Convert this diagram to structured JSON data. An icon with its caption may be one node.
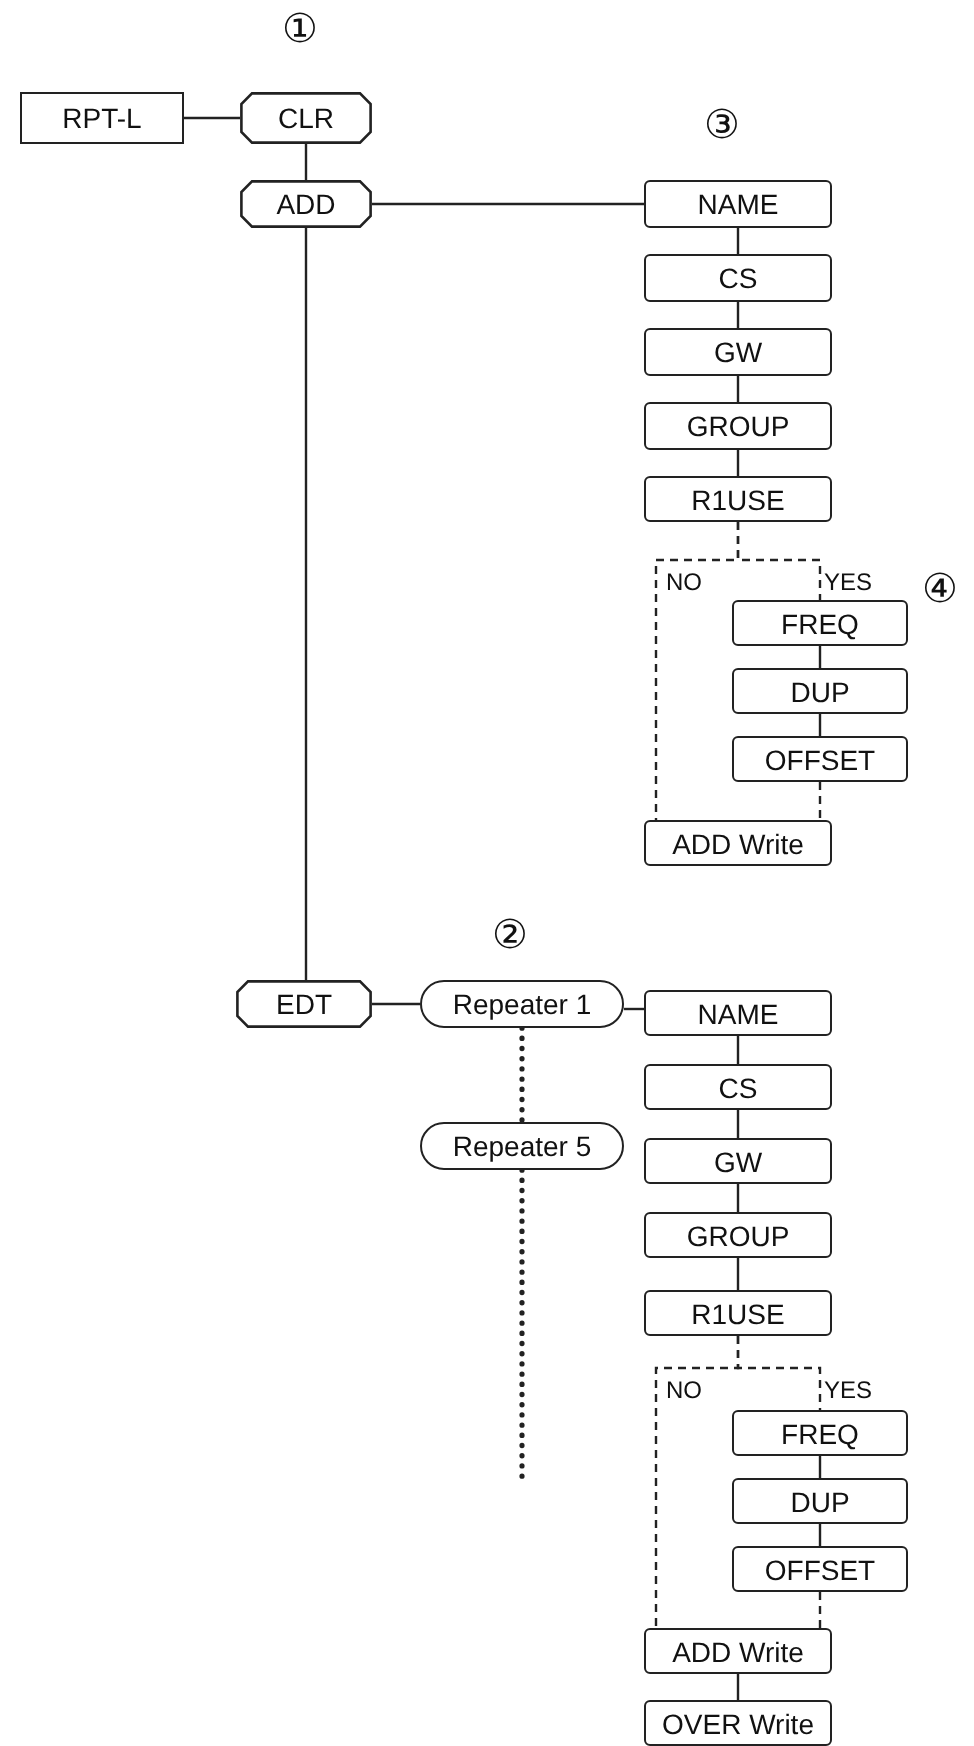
{
  "diagram": {
    "nodes": [
      {
        "text": [
          "RPT-L"
        ]
      },
      {
        "text": [
          "CLR"
        ]
      },
      {
        "text": [
          "ADD"
        ]
      },
      {
        "text": [
          "NAME"
        ]
      },
      {
        "text": [
          "CS"
        ]
      },
      {
        "text": [
          "GW"
        ]
      },
      {
        "text": [
          "GROUP"
        ]
      },
      {
        "text": [
          "R1USE"
        ]
      },
      {
        "text": [
          "FREQ"
        ]
      },
      {
        "text": [
          "DUP"
        ]
      },
      {
        "text": [
          "OFFSET"
        ]
      },
      {
        "text": [
          "ADD Write"
        ]
      },
      {
        "text": [
          "EDT"
        ]
      },
      {
        "text": [
          "Repeater 1"
        ]
      },
      {
        "text": [
          "Repeater 5"
        ]
      },
      {
        "text": [
          "NAME"
        ]
      },
      {
        "text": [
          "CS"
        ]
      },
      {
        "text": [
          "GW"
        ]
      },
      {
        "text": [
          "GROUP"
        ]
      },
      {
        "text": [
          "R1USE"
        ]
      },
      {
        "text": [
          "FREQ"
        ]
      },
      {
        "text": [
          "DUP"
        ]
      },
      {
        "text": [
          "OFFSET"
        ]
      },
      {
        "text": [
          "ADD Write"
        ]
      },
      {
        "text": [
          "OVER Write"
        ]
      }
    ],
    "edges": [
      {
        "from": 0,
        "to": 1,
        "arrow": "none"
      },
      {
        "from": 1,
        "to": 2,
        "arrow": "none"
      },
      {
        "from": 2,
        "to": 3,
        "arrow": "none"
      },
      {
        "from": 3,
        "to": 4,
        "arrow": "none"
      },
      {
        "from": 4,
        "to": 5,
        "arrow": "none"
      },
      {
        "from": 5,
        "to": 6,
        "arrow": "none"
      },
      {
        "from": 6,
        "to": 7,
        "arrow": "none"
      },
      {
        "from": 7,
        "to": 8,
        "arrow": "none",
        "style": "dashed"
      },
      {
        "from": 7,
        "to": 11,
        "arrow": "none",
        "style": "dashed"
      },
      {
        "from": 8,
        "to": 9,
        "arrow": "none"
      },
      {
        "from": 9,
        "to": 10,
        "arrow": "none"
      },
      {
        "from": 10,
        "to": 11,
        "arrow": "none",
        "style": "dashed"
      },
      {
        "from": 2,
        "to": 12,
        "arrow": "none"
      },
      {
        "from": 12,
        "to": 13,
        "arrow": "none"
      },
      {
        "from": 13,
        "to": 14,
        "arrow": "none",
        "style": "dashed"
      },
      {
        "from": 14,
        "to": null,
        "arrow": "none",
        "style": "dashed"
      },
      {
        "from": 13,
        "to": 15,
        "arrow": "none"
      },
      {
        "from": 15,
        "to": 16,
        "arrow": "none"
      },
      {
        "from": 16,
        "to": 17,
        "arrow": "none"
      },
      {
        "from": 17,
        "to": 18,
        "arrow": "none"
      },
      {
        "from": 18,
        "to": 19,
        "arrow": "none"
      },
      {
        "from": 19,
        "to": 20,
        "arrow": "none",
        "style": "dashed"
      },
      {
        "from": 19,
        "to": 23,
        "arrow": "none",
        "style": "dashed"
      },
      {
        "from": 20,
        "to": 21,
        "arrow": "none"
      },
      {
        "from": 21,
        "to": 22,
        "arrow": "none"
      },
      {
        "from": 22,
        "to": 23,
        "arrow": "none",
        "style": "dashed"
      },
      {
        "from": 23,
        "to": 24,
        "arrow": "none"
      }
    ],
    "labels": [
      "①",
      "③",
      "NO",
      "YES",
      "④",
      "②",
      "NO",
      "YES"
    ]
  }
}
